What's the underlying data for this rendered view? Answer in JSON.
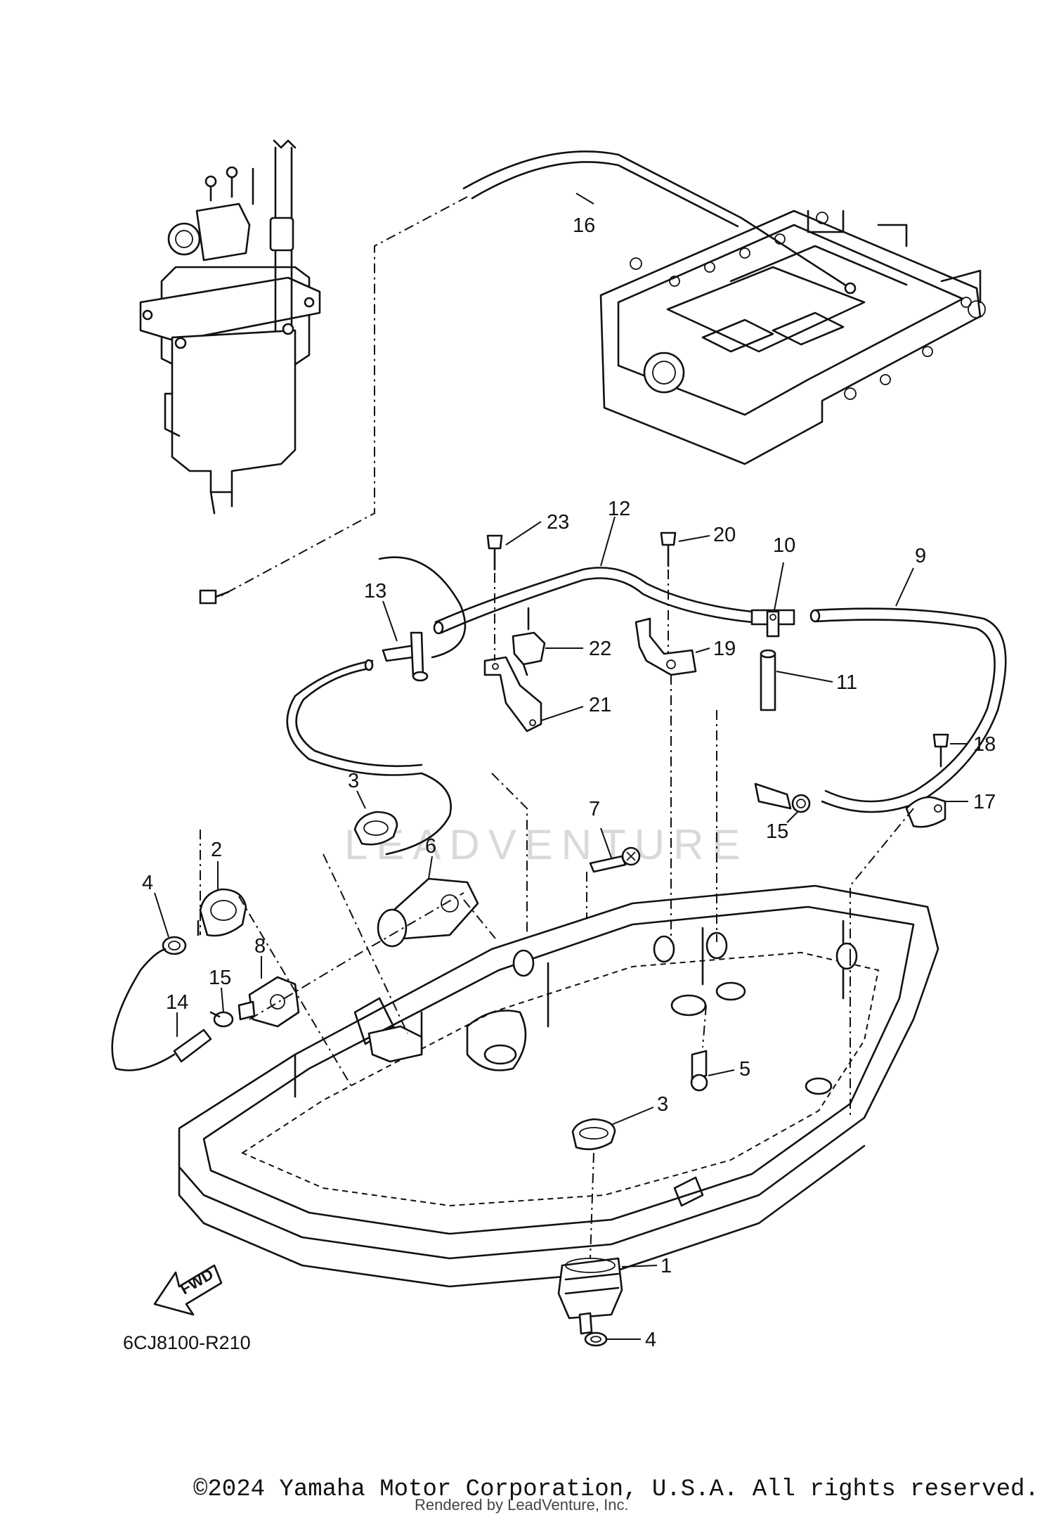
{
  "diagram_code": "6CJ8100-R210",
  "copyright": "©2024 Yamaha Motor Corporation, U.S.A. All rights reserved.",
  "rendered_by": "Rendered by LeadVenture, Inc.",
  "watermark": "LEADVENTURE",
  "fwd_arrow": "FWD",
  "callouts": {
    "c1": "1",
    "c2": "2",
    "c3a": "3",
    "c3b": "3",
    "c4a": "4",
    "c4b": "4",
    "c5": "5",
    "c6": "6",
    "c7": "7",
    "c8": "8",
    "c9": "9",
    "c10": "10",
    "c11": "11",
    "c12": "12",
    "c13": "13",
    "c14": "14",
    "c15a": "15",
    "c15b": "15",
    "c16": "16",
    "c17": "17",
    "c18": "18",
    "c19": "19",
    "c20": "20",
    "c21": "21",
    "c22": "22",
    "c23": "23"
  }
}
